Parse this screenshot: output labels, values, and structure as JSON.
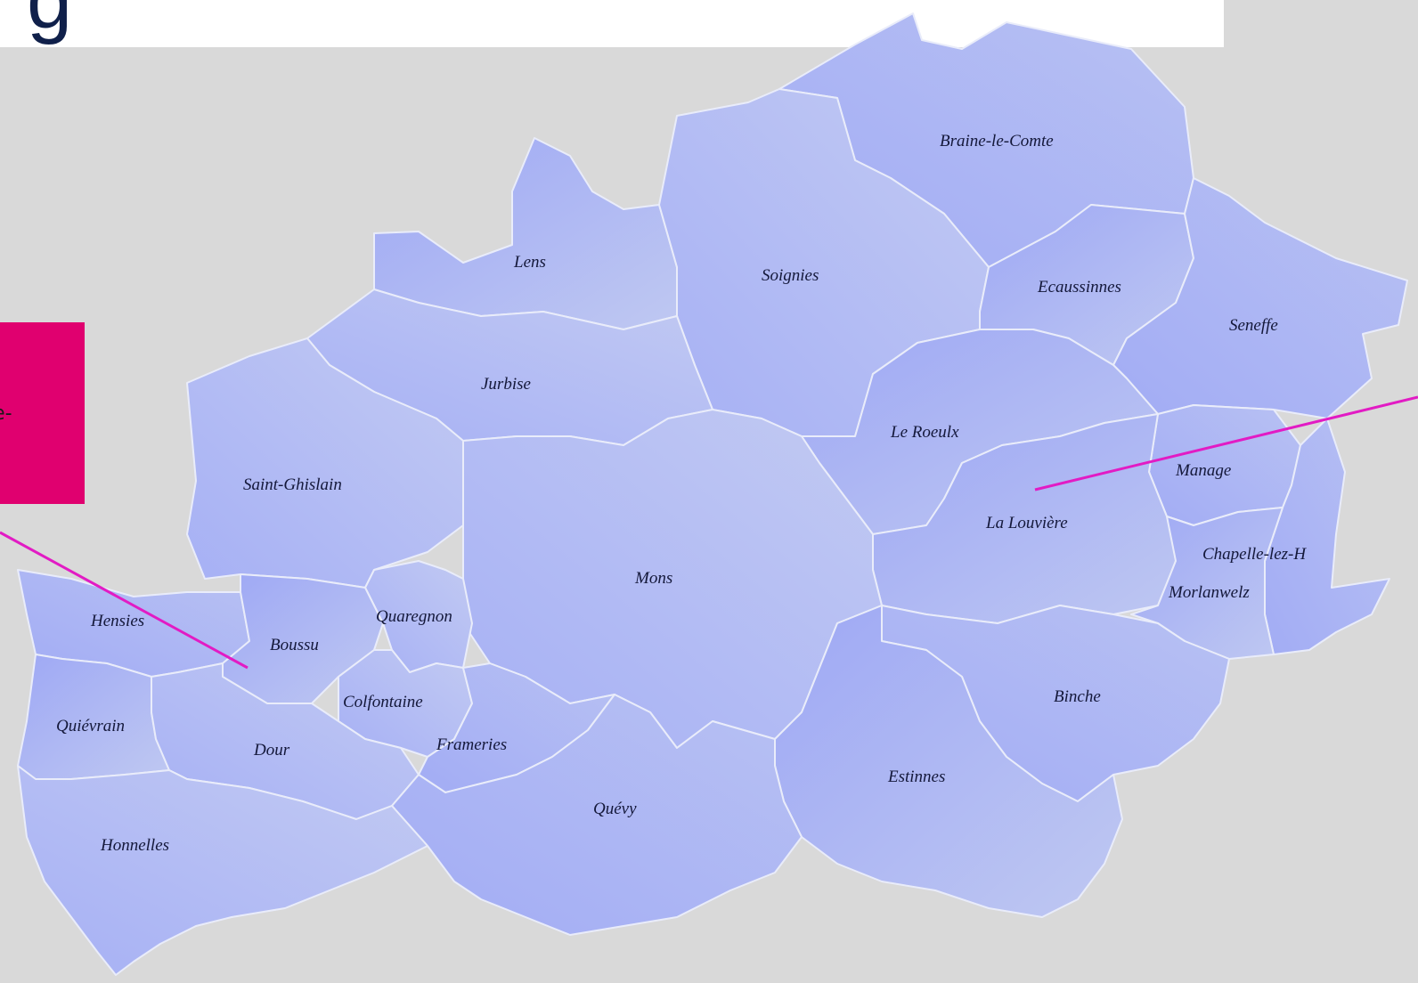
{
  "title_fragment": "g",
  "callout": {
    "text_fragment": "ide-"
  },
  "colors": {
    "background": "#d9d9d9",
    "callout": "#e0006f",
    "leader_line": "#e21bc4",
    "region_fill": "#a9b3f4",
    "label": "#14183a"
  },
  "municipalities": [
    "Braine-le-Comte",
    "Lens",
    "Soignies",
    "Ecaussinnes",
    "Seneffe",
    "Jurbise",
    "Le Roeulx",
    "Manage",
    "Saint-Ghislain",
    "La Louvière",
    "Chapelle-lez-H",
    "Mons",
    "Morlanwelz",
    "Hensies",
    "Quaregnon",
    "Boussu",
    "Binche",
    "Colfontaine",
    "Quiévrain",
    "Frameries",
    "Dour",
    "Estinnes",
    "Quévy",
    "Honnelles"
  ]
}
